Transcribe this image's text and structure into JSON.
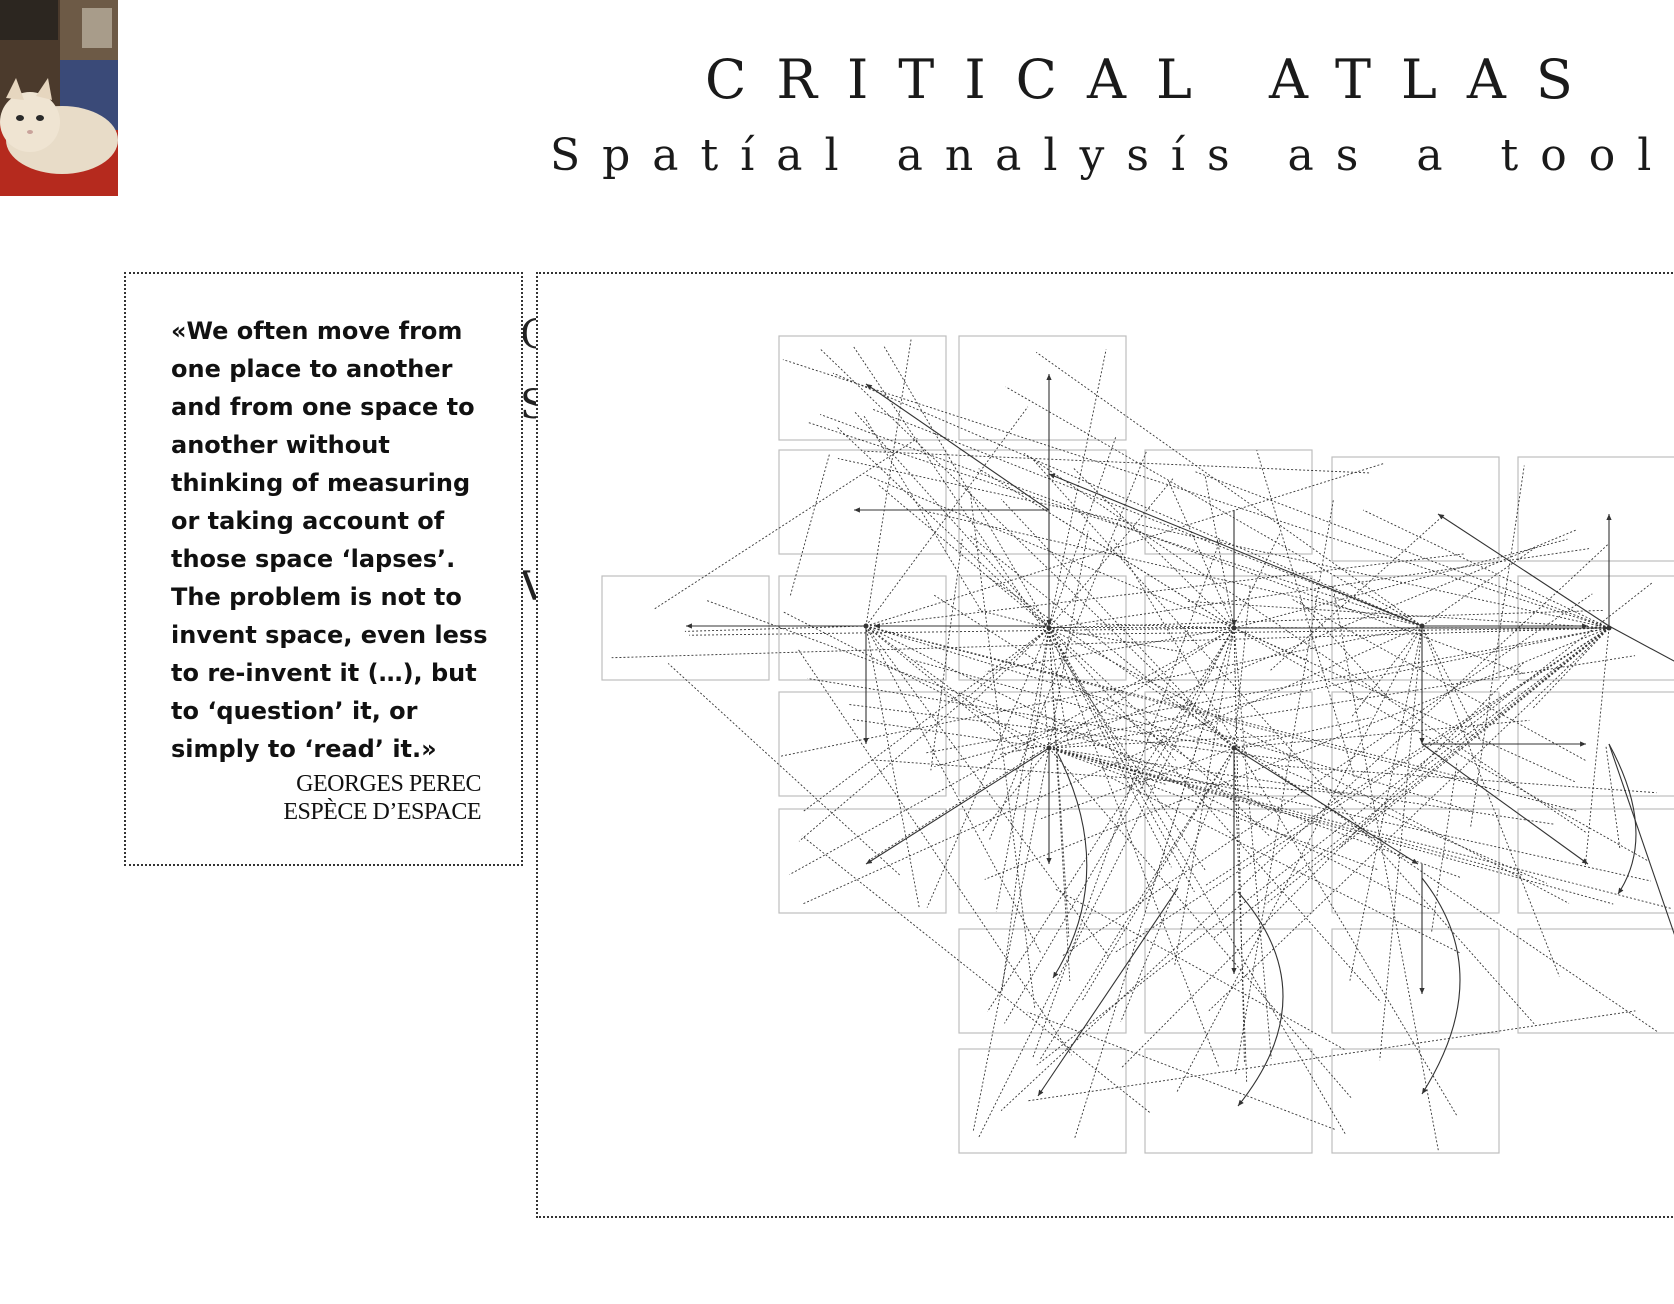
{
  "header": {
    "title": "CRITICAL ATLAS",
    "subtitle": "Spatíal analysís as a tool for"
  },
  "background_fragments": [
    "O",
    "S",
    "V"
  ],
  "quote": {
    "text": "«We often move from one place to another and from one space to another without thinking of measuring or taking account of those space ‘lapses’. The problem is not to invent space, even less to re-invent it (…), but to ‘question’ it, or simply to ‘read’ it.»",
    "author": "GEORGES PEREC",
    "source": "ESPÈCE D’ESPACE"
  },
  "avatar": {
    "alt": "cat photo"
  },
  "diagram": {
    "kind": "spatial network of cells with dotted and arrowed connections",
    "colors": {
      "cell_border": "#bdbdbd",
      "line": "#333333"
    }
  }
}
